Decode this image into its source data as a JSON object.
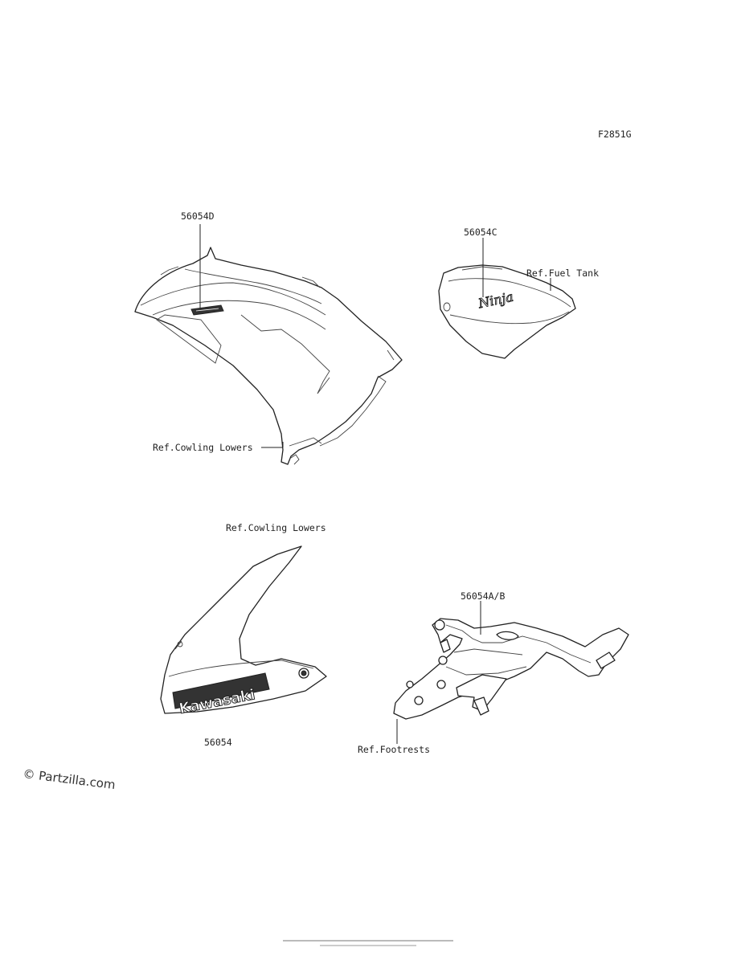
{
  "diagram": {
    "figure_code": "F2851G",
    "parts": {
      "fuel_tank_emblem": "56054C",
      "cowling_upper_emblem": "56054D",
      "cowling_lower_emblem": "56054",
      "footrest_emblem": "56054A/B"
    },
    "references": {
      "cowling_lowers_top": "Ref.Cowling Lowers",
      "cowling_lowers_bottom": "Ref.Cowling Lowers",
      "fuel_tank": "Ref.Fuel Tank",
      "footrests": "Ref.Footrests"
    },
    "decal_text": {
      "kawasaki": "Kawasaki",
      "ninja": "Ninja"
    }
  },
  "watermark": "© Partzilla.com"
}
